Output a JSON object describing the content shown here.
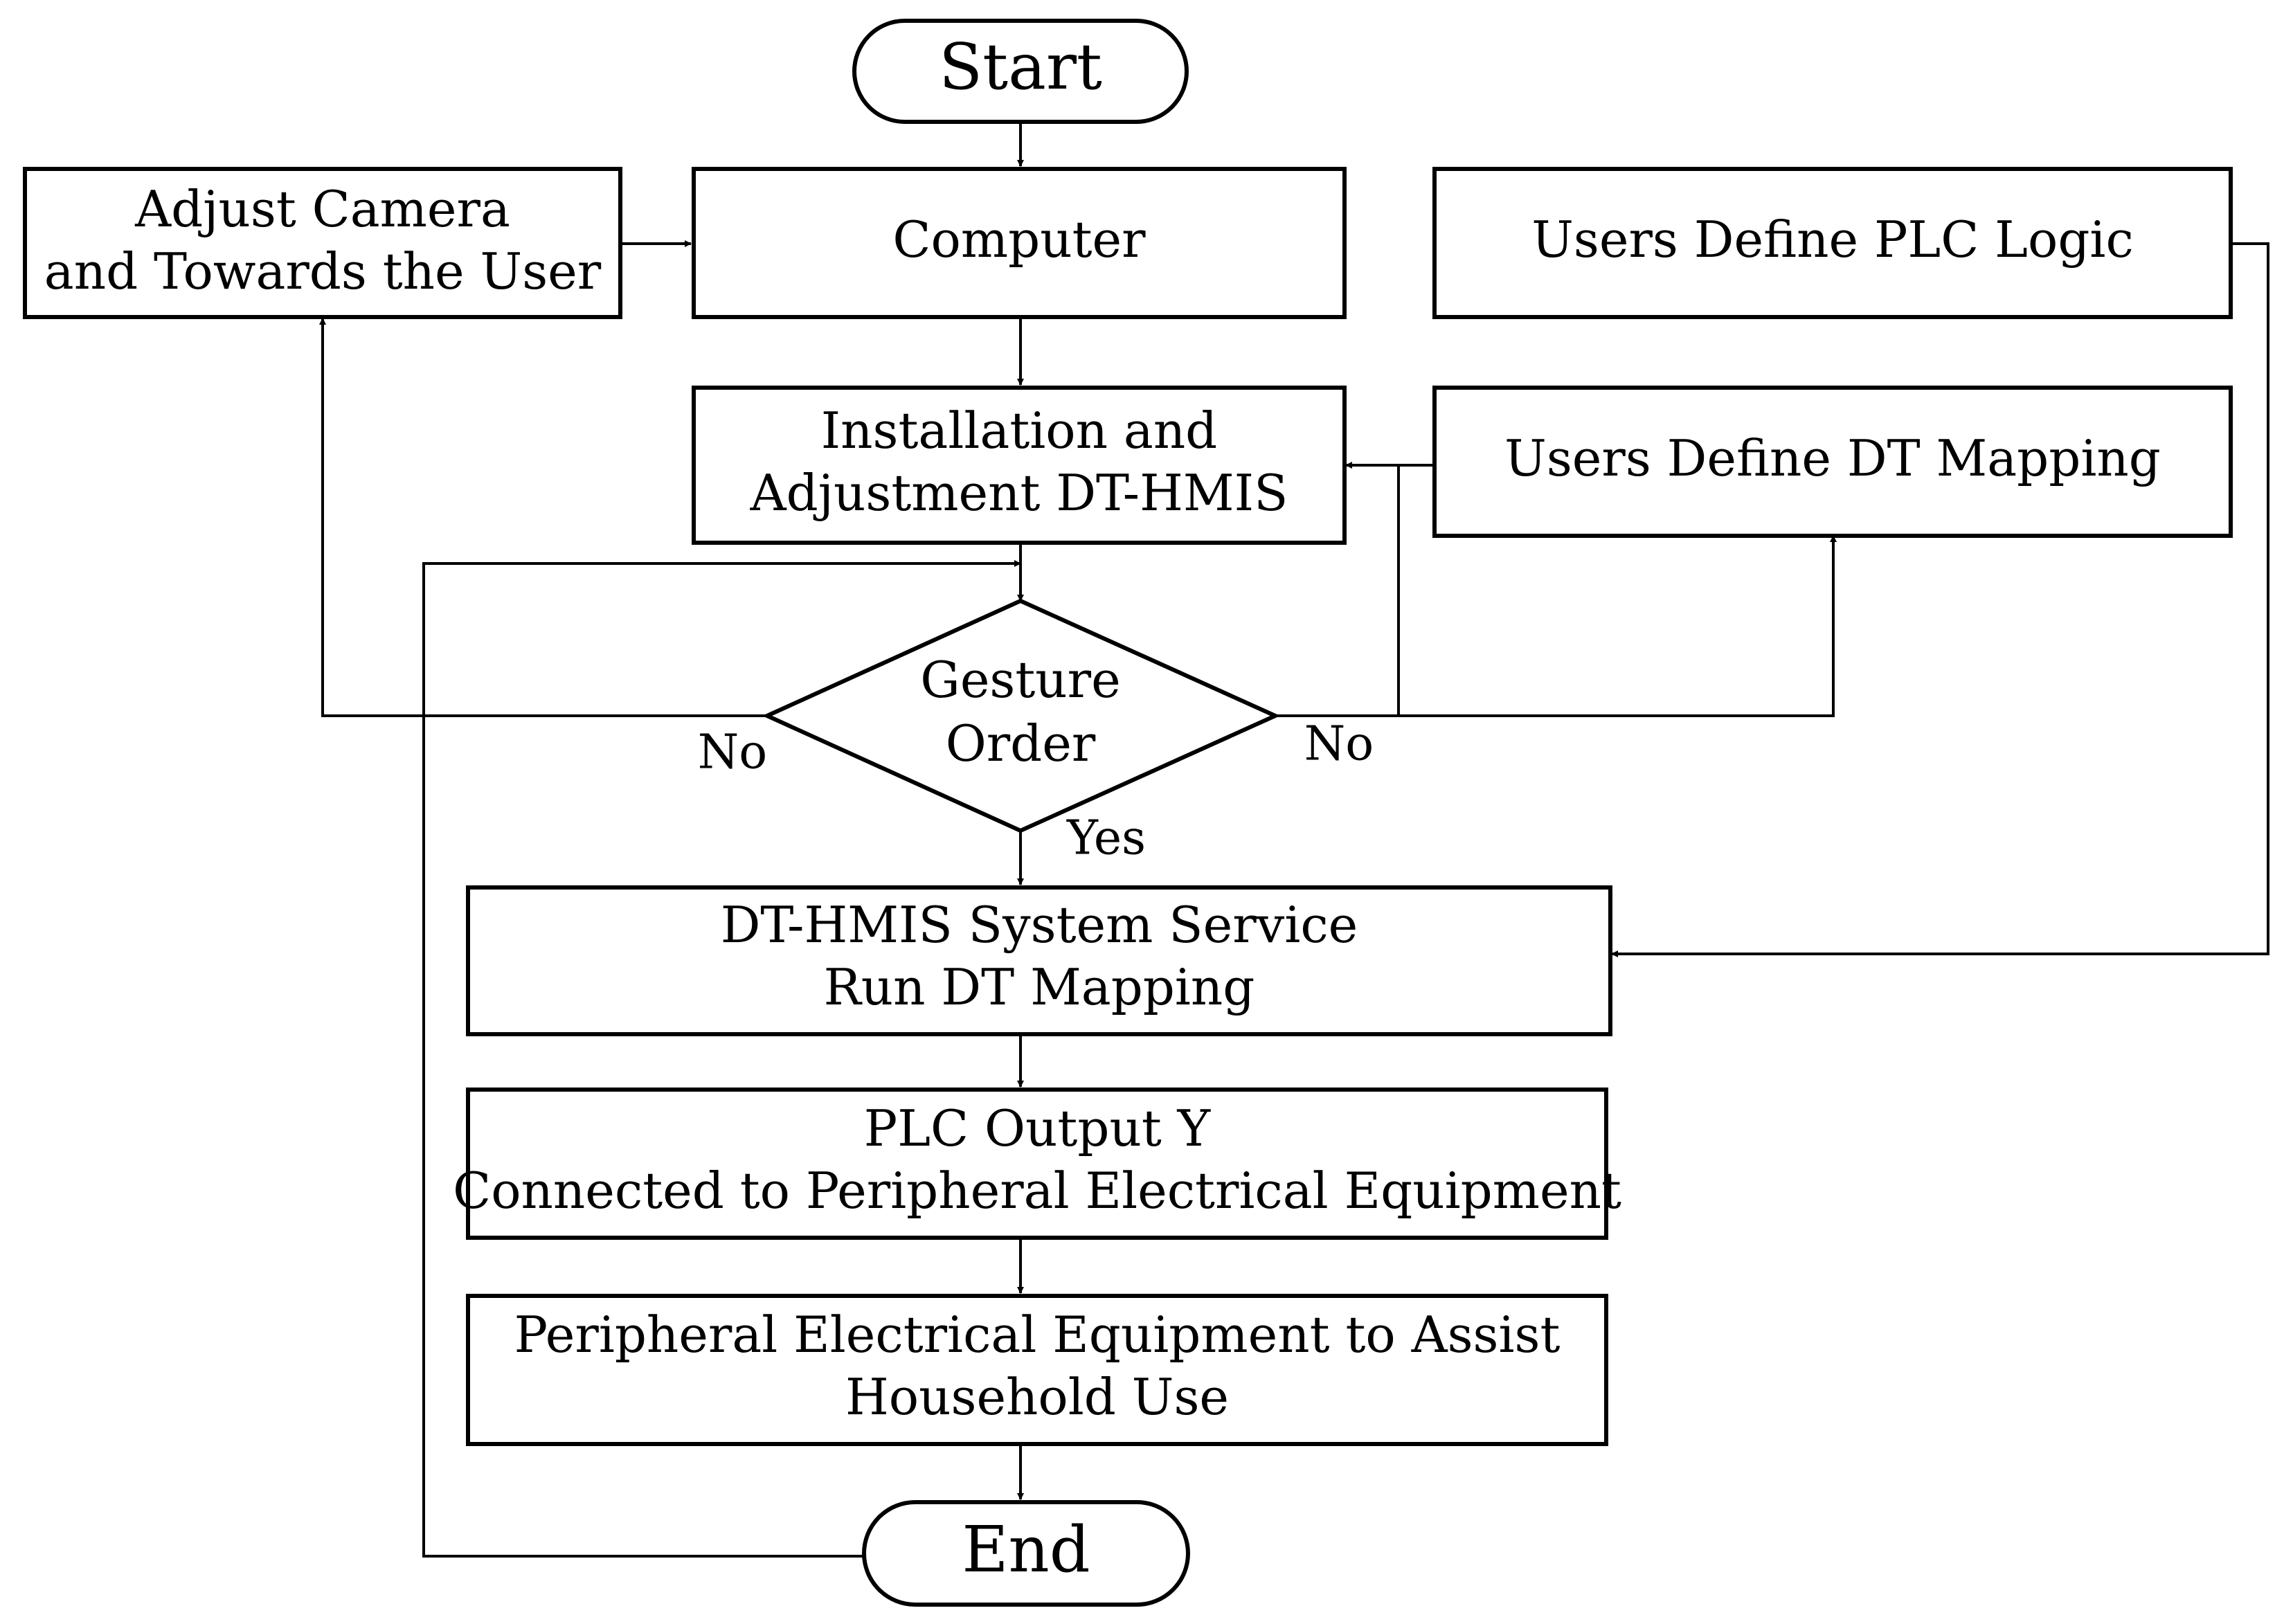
{
  "nodes": {
    "start": "Start",
    "end": "End",
    "computer": "Computer",
    "adjust_camera": {
      "line1": "Adjust Camera",
      "line2": "and Towards the User"
    },
    "installation": {
      "line1": "Installation and",
      "line2": "Adjustment DT-HMIS"
    },
    "plc_logic": "Users Define PLC Logic",
    "dt_mapping": "Users Define DT Mapping",
    "gesture": {
      "line1": "Gesture",
      "line2": "Order"
    },
    "system_service": {
      "line1": "DT-HMIS System Service",
      "line2": "Run DT Mapping"
    },
    "plc_output": {
      "line1": "PLC Output Y",
      "line2": "Connected to Peripheral Electrical Equipment"
    },
    "peripheral": {
      "line1": "Peripheral Electrical Equipment to Assist",
      "line2": "Household Use"
    }
  },
  "edge_labels": {
    "no_left": "No",
    "no_right": "No",
    "yes": "Yes"
  }
}
